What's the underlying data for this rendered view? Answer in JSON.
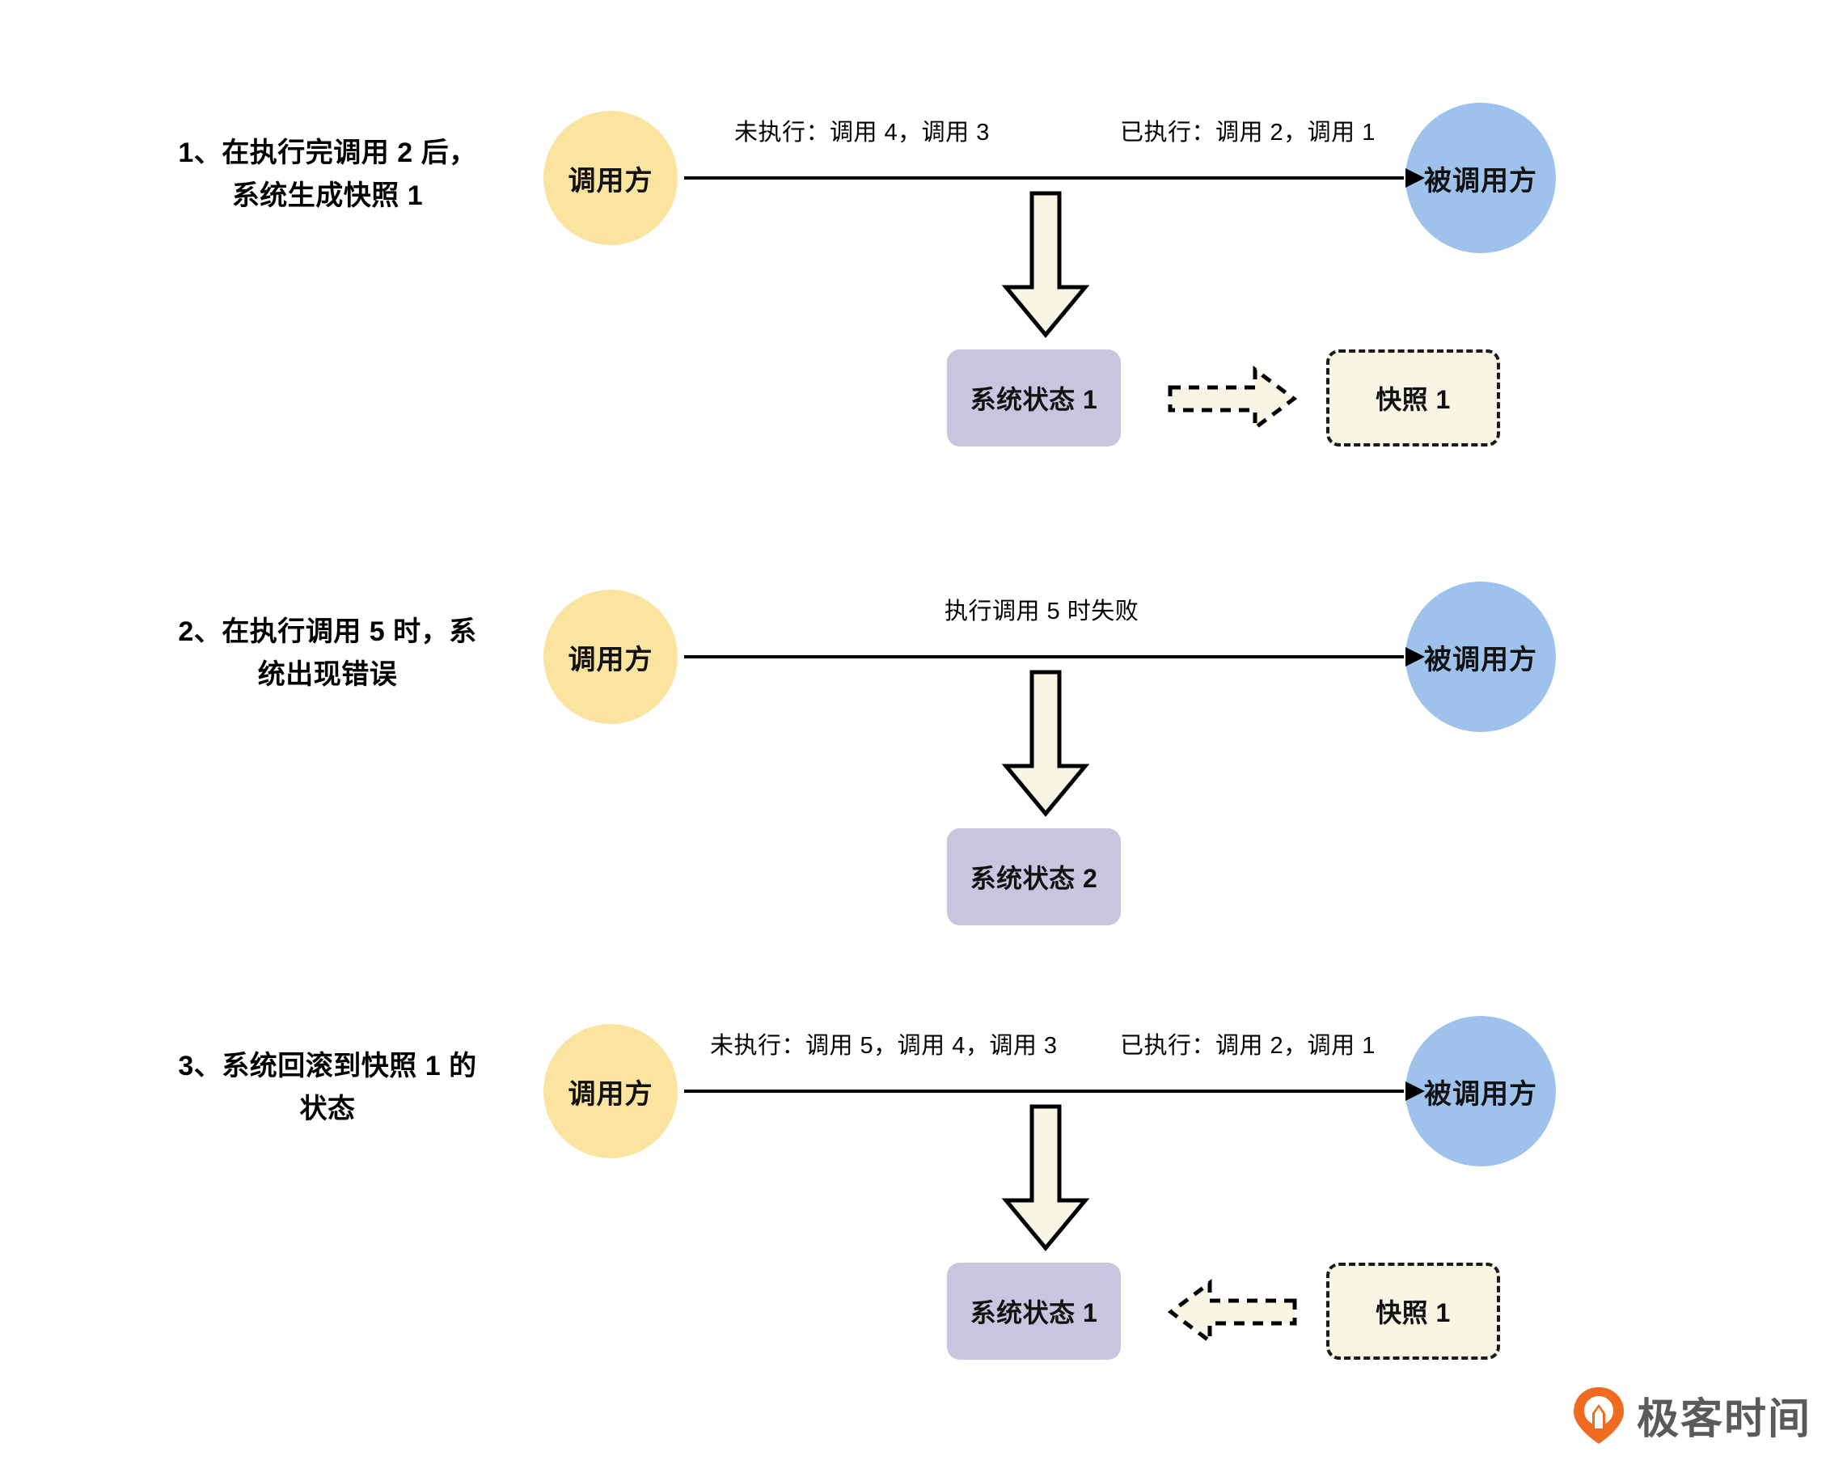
{
  "diagram": {
    "title": "系统快照与回滚示意图",
    "colors": {
      "caller_fill": "#FBE3A0",
      "callee_fill": "#9EC2EB",
      "state_fill": "#C8C6DE",
      "snapshot_fill": "#F7F5E3",
      "block_arrow_fill": "#F7F5E3",
      "stroke": "#000000",
      "background": "#FFFFFF",
      "logo_orange": "#EE6B1F",
      "logo_text": "#5A5A5A"
    },
    "actors": {
      "caller": "调用方",
      "callee": "被调用方"
    },
    "steps": [
      {
        "caption": "1、在执行完调用 2 后，\n系统生成快照 1",
        "call_label_left": "未执行：调用 4，调用 3",
        "call_label_right": "已执行：调用 2，调用 1",
        "state_box": "系统状态 1",
        "snapshot_box": "快照 1",
        "link_direction": "right",
        "has_snapshot": true
      },
      {
        "caption": "2、在执行调用 5 时，系\n统出现错误",
        "call_label_left": "执行调用 5 时失败",
        "call_label_right": "",
        "state_box": "系统状态 2",
        "snapshot_box": "",
        "link_direction": "none",
        "has_snapshot": false
      },
      {
        "caption": "3、系统回滚到快照 1 的\n状态",
        "call_label_left": "未执行：调用 5，调用 4，调用 3",
        "call_label_right": "已执行：调用 2，调用 1",
        "state_box": "系统状态 1",
        "snapshot_box": "快照 1",
        "link_direction": "left",
        "has_snapshot": true
      }
    ],
    "watermark": {
      "brand": "极客时间",
      "icon": "geekbang-pin-logo"
    }
  }
}
